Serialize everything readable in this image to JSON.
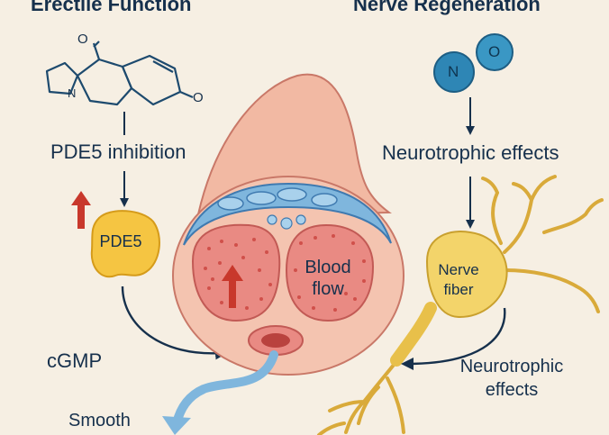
{
  "titles": {
    "left": "Erectile Function",
    "right": "Nerve Regeneration"
  },
  "left_flow": {
    "molecule_atoms": {
      "oxygen_top": "O",
      "oxygen_right": "O",
      "nitrogen": "N"
    },
    "inhibition_label": "PDE5 inhibition",
    "enzyme_label": "PDE5",
    "messenger_label": "cGMP",
    "outcome_label": "Smooth"
  },
  "center": {
    "flow_label": "Blood\nflow"
  },
  "right_flow": {
    "no_atoms": {
      "n": "N",
      "o": "O"
    },
    "effects_label_top": "Neurotrophic effects",
    "nerve_label": "Nerve\nfiber",
    "effects_label_bottom": "Neurotrophic\neffects"
  },
  "colors": {
    "background": "#f6efe3",
    "text": "#16304c",
    "tissue": "#f2b9a3",
    "corpus": "#e98a83",
    "blue_layer": "#7fb6dd",
    "enzyme": "#f5c542",
    "nerve": "#f3d46a",
    "no_molecule": "#2e86b5",
    "up_arrow": "#c8382c"
  }
}
